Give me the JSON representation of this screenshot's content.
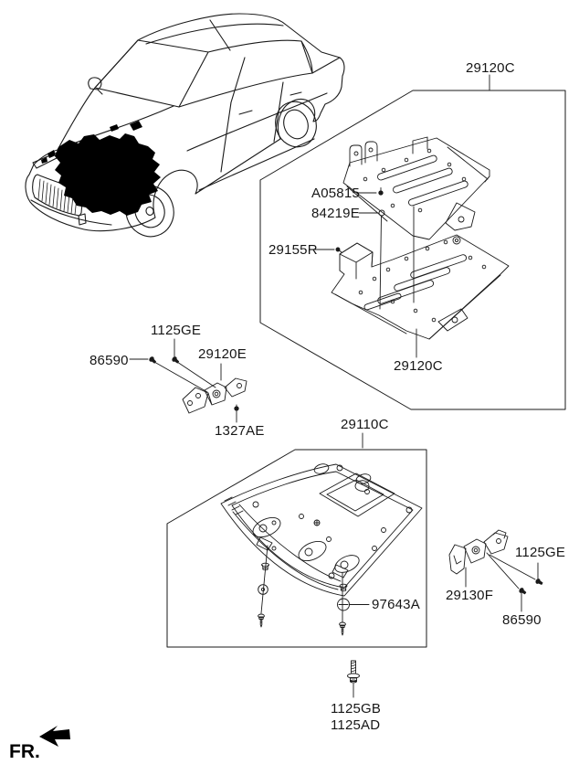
{
  "page": {
    "background": "#ffffff",
    "line_color": "#1a1a1a"
  },
  "direction": {
    "label": "FR."
  },
  "callouts": {
    "box_upper_title": {
      "text": "29120C"
    },
    "clip_a05815": {
      "text": "A05815"
    },
    "grommet_84219e": {
      "text": "84219E"
    },
    "bolt_29155r": {
      "text": "29155R"
    },
    "panel_29120c": {
      "text": "29120C"
    },
    "bolt_1125ge_left": {
      "text": "1125GE"
    },
    "screw_86590_left": {
      "text": "86590"
    },
    "bracket_29120e": {
      "text": "29120E"
    },
    "clip_1327ae": {
      "text": "1327AE"
    },
    "cover_29110c": {
      "text": "29110C"
    },
    "washer_97643a": {
      "text": "97643A"
    },
    "bracket_29130f": {
      "text": "29130F"
    },
    "bolt_1125ge_right": {
      "text": "1125GE"
    },
    "screw_86590_right": {
      "text": "86590"
    },
    "bolt_1125gb": {
      "text": "1125GB"
    },
    "bolt_1125ad": {
      "text": "1125AD"
    }
  }
}
